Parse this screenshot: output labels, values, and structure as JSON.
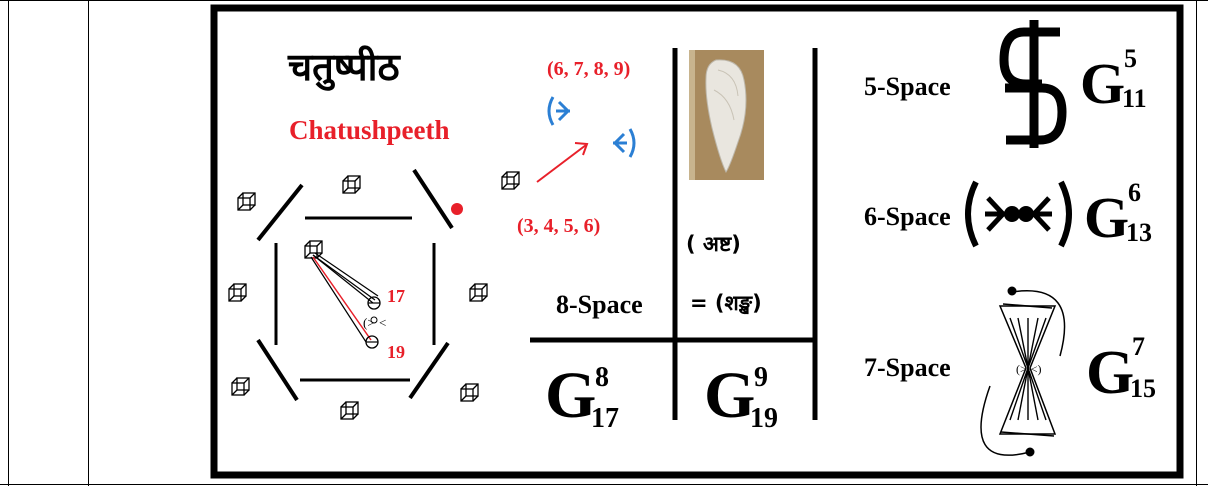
{
  "left_panel": {
    "title_devanagari": "चतुष्पीठ",
    "title_latin": "Chatushpeeth",
    "label_top_number": "17",
    "label_bottom_number": "19"
  },
  "middle_panel": {
    "tuple_top": "(6, 7, 8, 9)",
    "tuple_bottom": "(3, 4, 5, 6)",
    "label_ashta": "( अष्ट)",
    "label_shankh": "= (शङ्ख)",
    "label_space": "8-Space",
    "g_left_base": "G",
    "g_left_sup": "8",
    "g_left_sub": "17",
    "g_right_base": "G",
    "g_right_sup": "9",
    "g_right_sub": "19"
  },
  "right_panel": {
    "rows": [
      {
        "label": "5-Space",
        "base": "G",
        "sup": "5",
        "sub": "11"
      },
      {
        "label": "6-Space",
        "base": "G",
        "sup": "6",
        "sub": "13"
      },
      {
        "label": "7-Space",
        "base": "G",
        "sup": "7",
        "sub": "15"
      }
    ]
  },
  "colors": {
    "red": "#e8202a",
    "blue": "#2b7fd4",
    "black": "#000000",
    "shell": "#e9e6df",
    "shell_bg": "#a88a5e"
  }
}
